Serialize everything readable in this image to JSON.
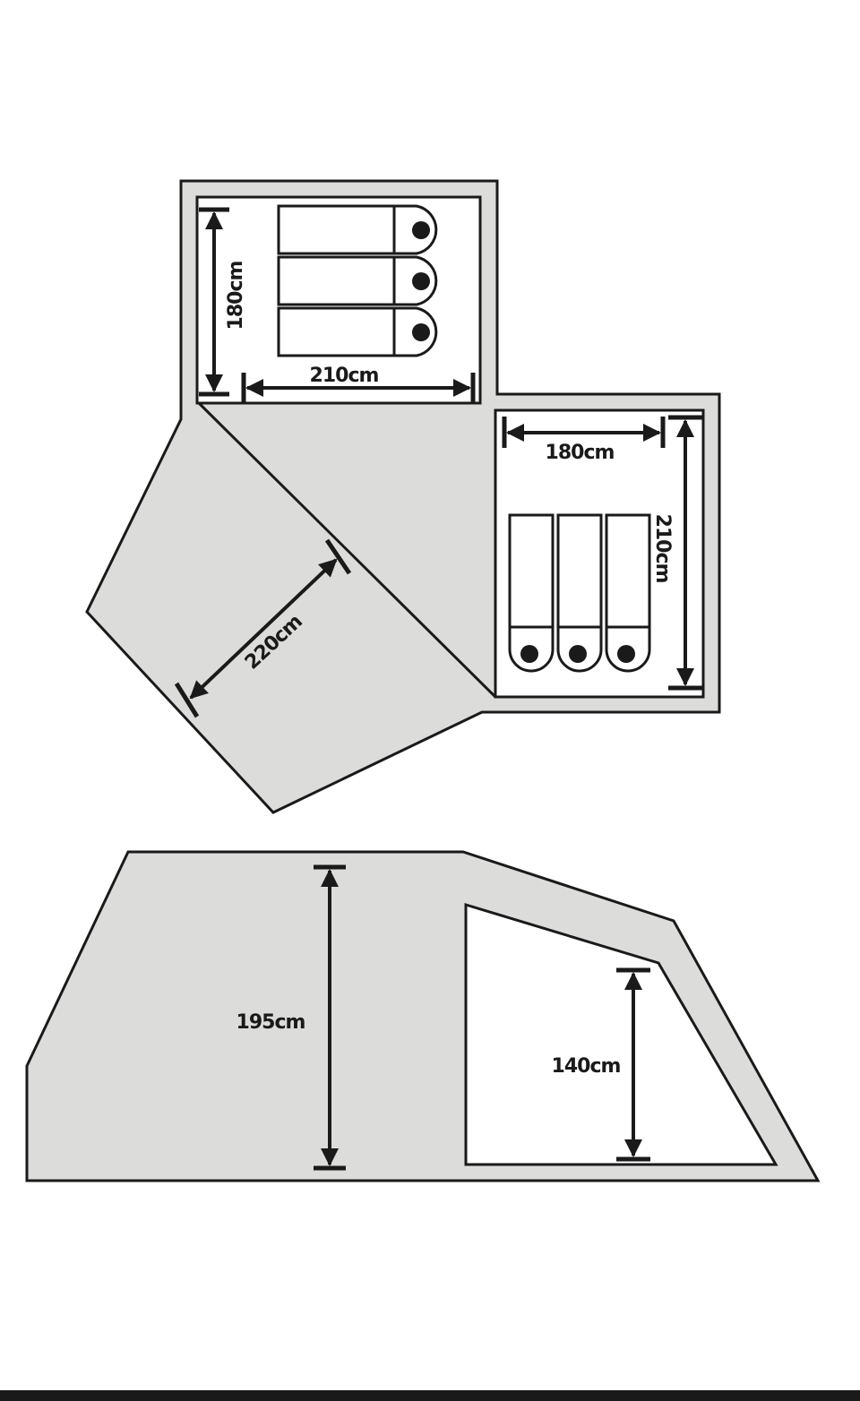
{
  "floor_plan": {
    "bedroom_top": {
      "width_label": "210cm",
      "depth_label": "180cm"
    },
    "bedroom_right": {
      "width_label": "180cm",
      "depth_label": "210cm"
    },
    "living_area": {
      "depth_label": "220cm"
    }
  },
  "side_view": {
    "peak_height_label": "195cm",
    "bedroom_height_label": "140cm"
  },
  "colors": {
    "fabric": "#dcdcda",
    "outline": "#1a1a1a",
    "inner_room": "#ffffff"
  }
}
